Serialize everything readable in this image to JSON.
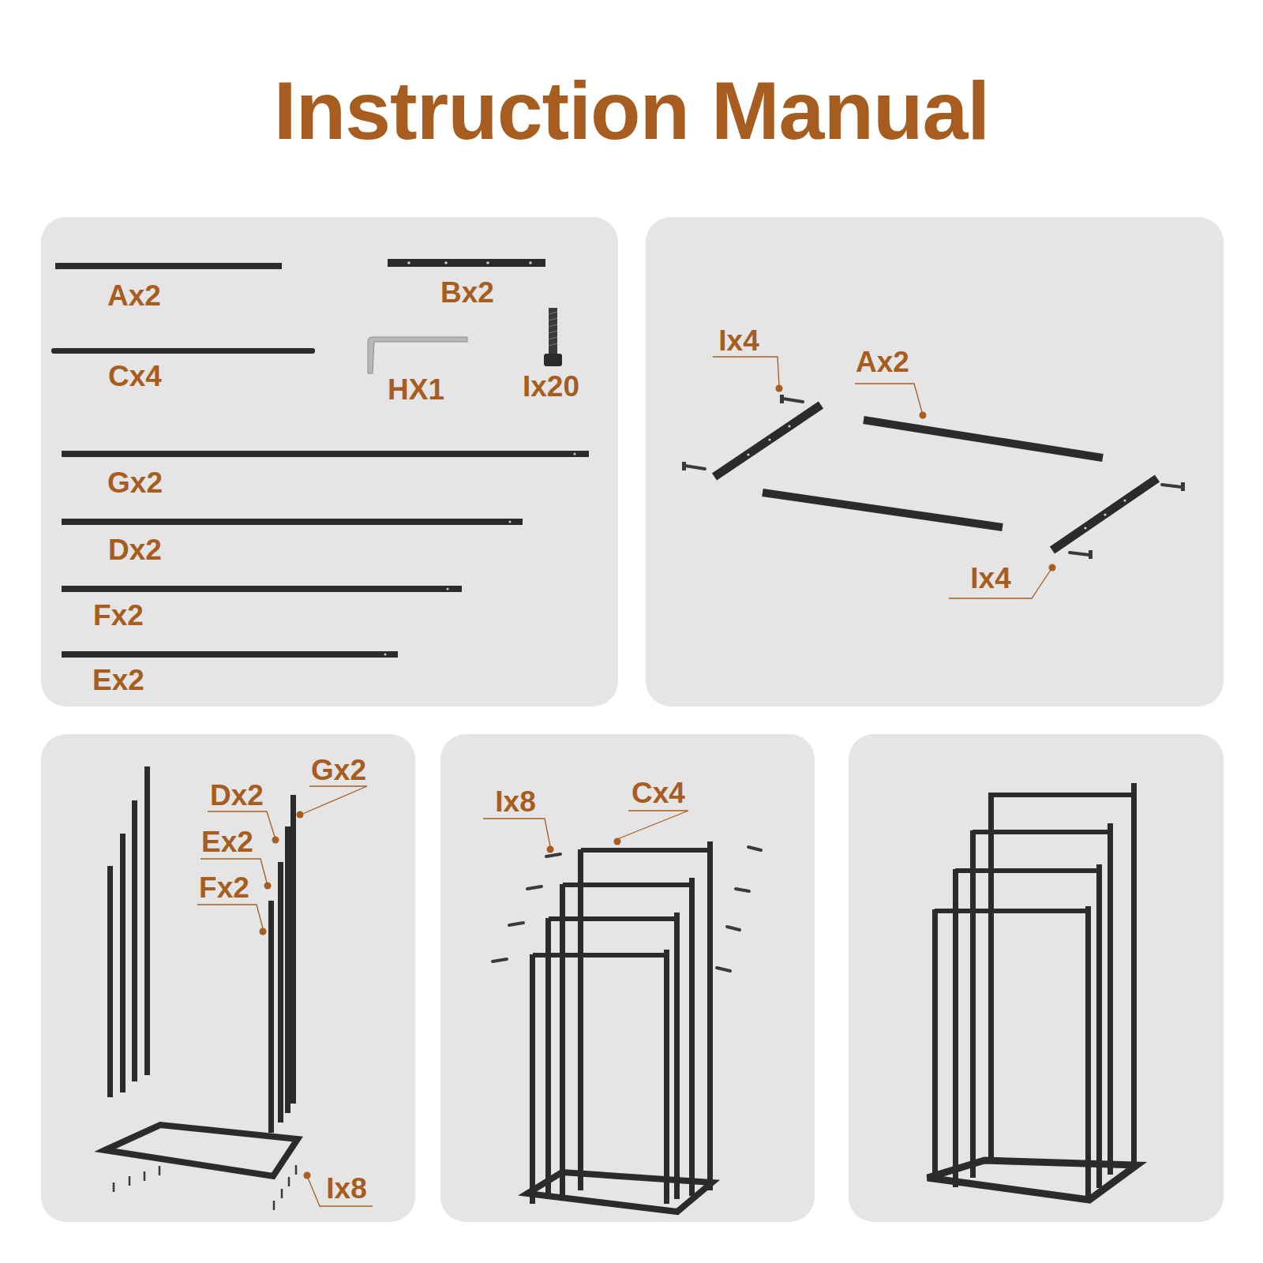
{
  "diagram": {
    "title": "Instruction Manual",
    "labels": [
      "Ax2",
      "Bx2",
      "Cx4",
      "HX1",
      "Ix20",
      "Gx2",
      "Dx2",
      "Fx2",
      "Ex2",
      "Ix4",
      "Ax2",
      "Ix4",
      "Dx2",
      "Gx2",
      "Ex2",
      "Fx2",
      "Ix8",
      "Ix8",
      "Cx4"
    ]
  }
}
